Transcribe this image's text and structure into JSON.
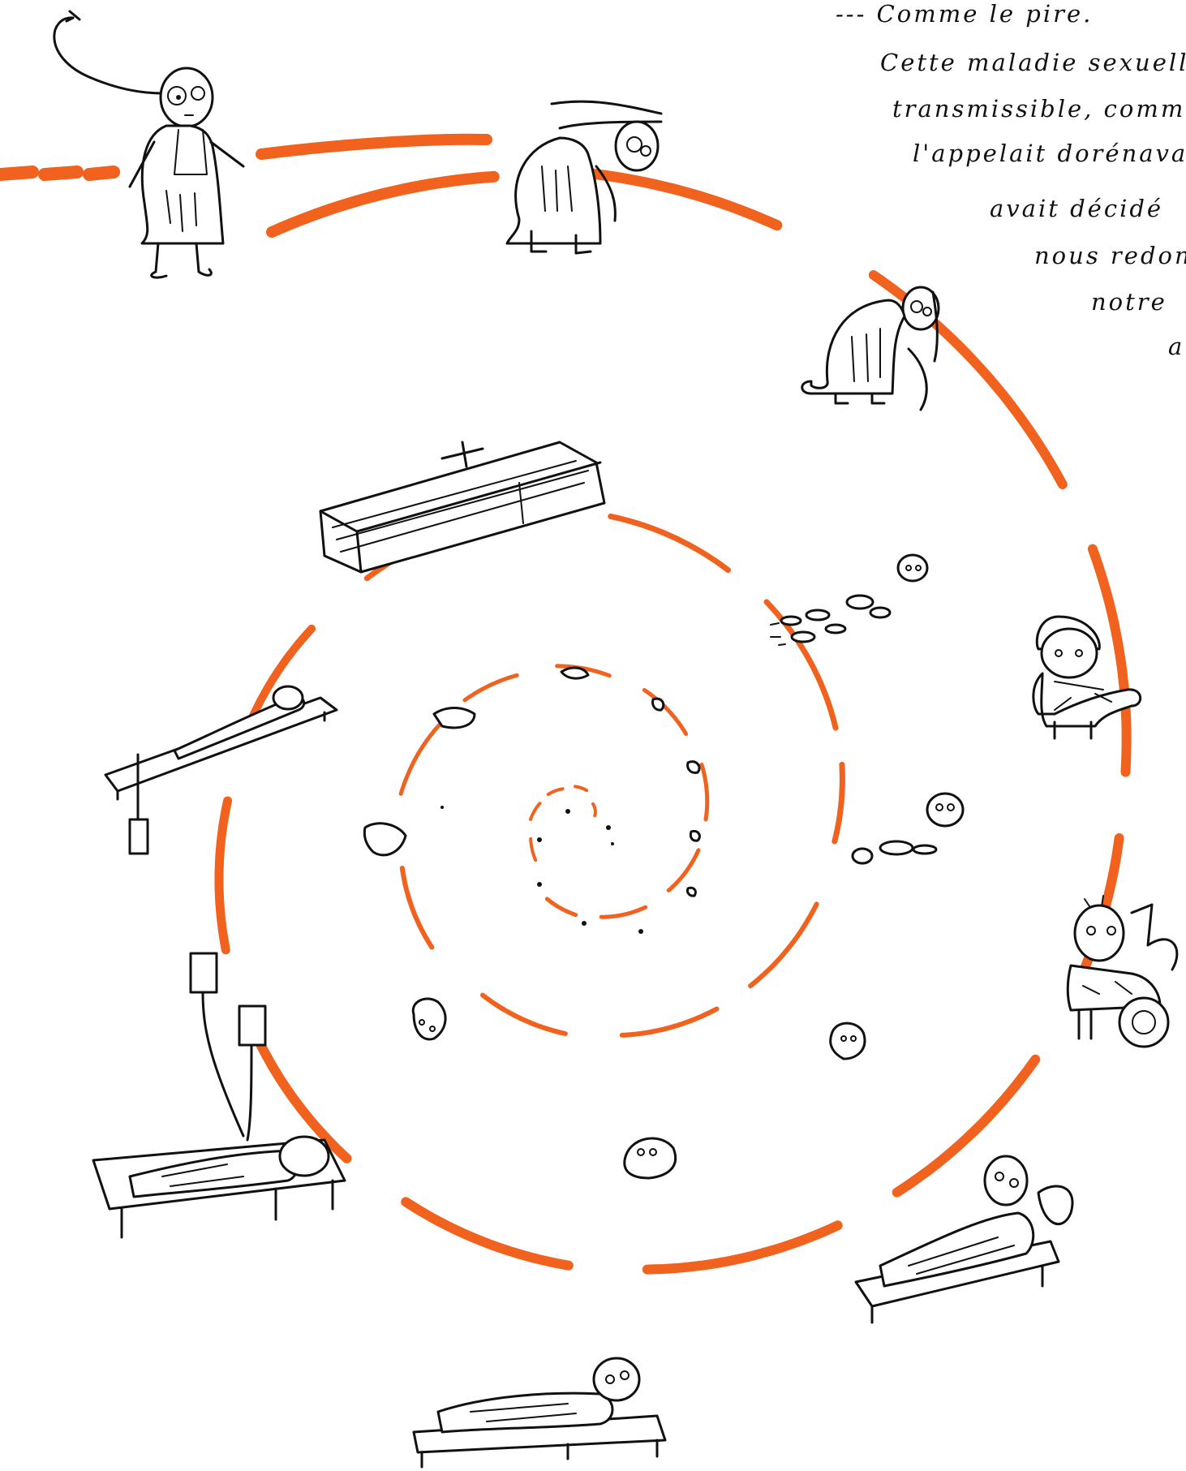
{
  "handwritten_text": {
    "line1": "--- Comme le pire.",
    "line2": "Cette maladie sexuell",
    "line3": "transmissible, comme o",
    "line4": "l'appelait dorénavan",
    "line5": "avait décidé",
    "line6": "nous redonne",
    "line7": "notre",
    "line8": "a"
  },
  "colors": {
    "spiral": "#f0621e",
    "ink": "#111111",
    "paper": "#ffffff"
  },
  "figures": [
    "woman-walking-hair-blowing",
    "woman-stooping",
    "woman-hunched-with-cane",
    "old-woman-with-blanket",
    "woman-in-wheelchair",
    "woman-resting-on-daybed",
    "woman-lying-on-bed",
    "patient-on-bed-with-drip-bags",
    "body-on-mortuary-slab-with-tag",
    "coffin",
    "skull-with-scattered-bones",
    "skull-and-bone-fragments",
    "skull-fragment",
    "bone-fragments",
    "dust-particles"
  ]
}
